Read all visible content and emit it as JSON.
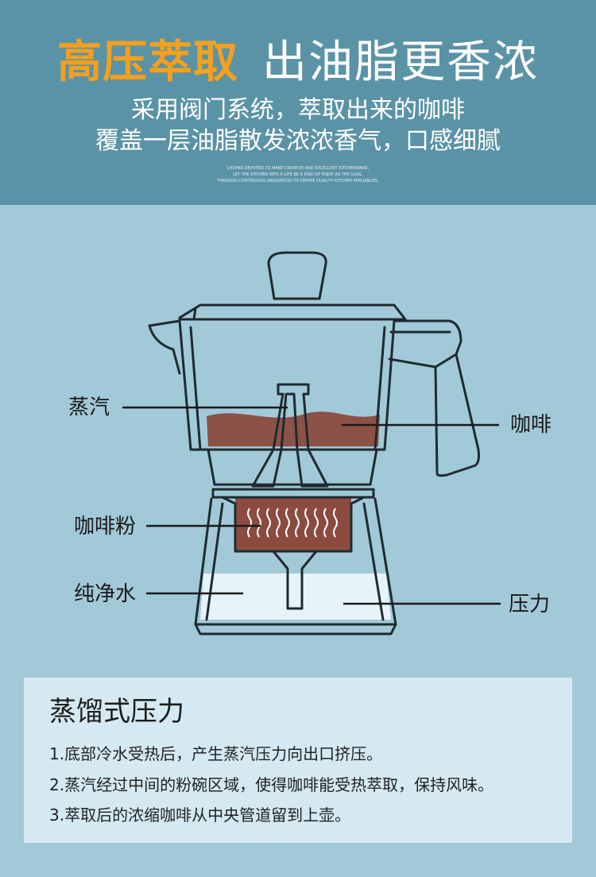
{
  "header": {
    "title_accent": "高压萃取",
    "title_main": "出油脂更香浓",
    "subtitle_line1": "采用阀门系统，萃取出来的咖啡",
    "subtitle_line2": "覆盖一层油脂散发浓浓香气，口感细腻",
    "tagline_line1": "LHOPAN DEVOTED TO MAKE CREATIVE AND EXCELLENT KITCHENWARE,",
    "tagline_line2": "LET THE KITCHEN INTO A LIFE BE A KIND OF ENJOY AS THE GOAL,",
    "tagline_line3": "THROUGH CONTINUOUS INNOVATION TO CREATE QUALITY KITCHEN APPLIANCES."
  },
  "diagram": {
    "labels": {
      "steam": "蒸汽",
      "coffee": "咖啡",
      "grounds": "咖啡粉",
      "water": "纯净水",
      "pressure": "压力"
    }
  },
  "info": {
    "title": "蒸馏式压力",
    "lines": [
      "1.底部冷水受热后，产生蒸汽压力向出口挤压。",
      "2.蒸汽经过中间的粉碗区域，使得咖啡能受热萃取，保持风味。",
      "3.萃取后的浓缩咖啡从中央管道留到上壶。"
    ]
  },
  "colors": {
    "header_bg": "#5b93a6",
    "page_bg": "#a2c9d7",
    "accent": "#f5a01e",
    "coffee": "#8b4b3f",
    "water": "#e2f3f8",
    "info_bg": "#d4e9f1"
  }
}
